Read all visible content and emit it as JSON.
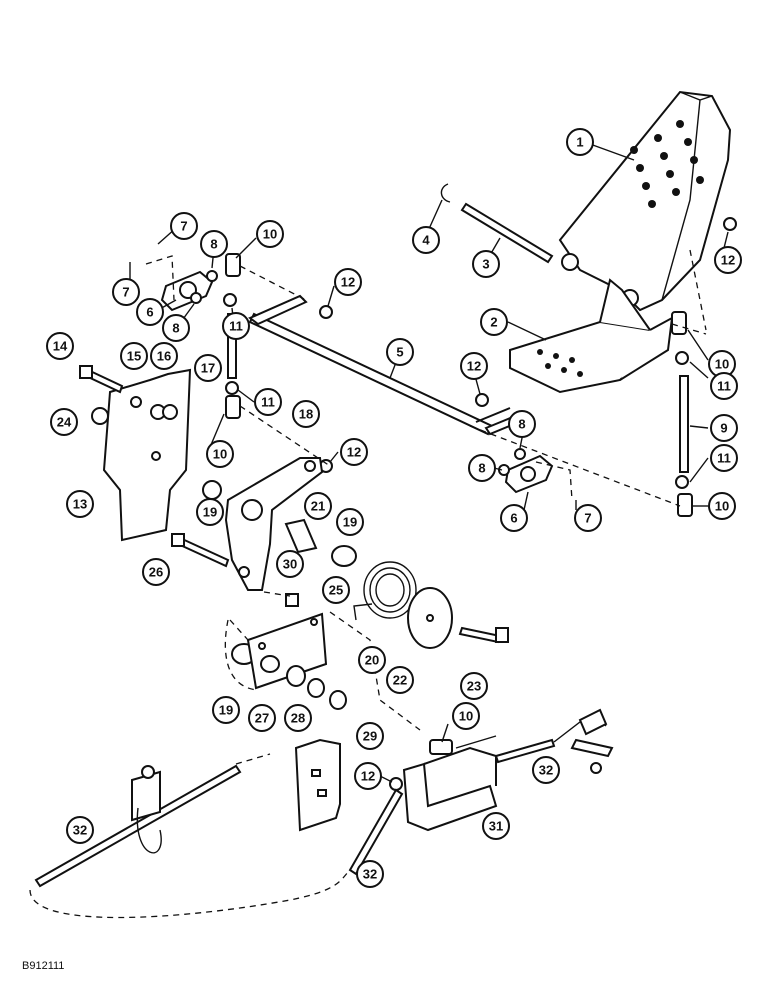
{
  "figure_ref": "B912111",
  "callouts": [
    {
      "label": "1"
    },
    {
      "label": "2"
    },
    {
      "label": "3"
    },
    {
      "label": "4"
    },
    {
      "label": "5"
    },
    {
      "label": "6"
    },
    {
      "label": "6"
    },
    {
      "label": "7"
    },
    {
      "label": "7"
    },
    {
      "label": "7"
    },
    {
      "label": "8"
    },
    {
      "label": "8"
    },
    {
      "label": "8"
    },
    {
      "label": "8"
    },
    {
      "label": "9"
    },
    {
      "label": "10"
    },
    {
      "label": "10"
    },
    {
      "label": "10"
    },
    {
      "label": "10"
    },
    {
      "label": "10"
    },
    {
      "label": "11"
    },
    {
      "label": "11"
    },
    {
      "label": "11"
    },
    {
      "label": "11"
    },
    {
      "label": "12"
    },
    {
      "label": "12"
    },
    {
      "label": "12"
    },
    {
      "label": "12"
    },
    {
      "label": "12"
    },
    {
      "label": "13"
    },
    {
      "label": "14"
    },
    {
      "label": "15"
    },
    {
      "label": "16"
    },
    {
      "label": "17"
    },
    {
      "label": "18"
    },
    {
      "label": "19"
    },
    {
      "label": "19"
    },
    {
      "label": "19"
    },
    {
      "label": "20"
    },
    {
      "label": "21"
    },
    {
      "label": "22"
    },
    {
      "label": "23"
    },
    {
      "label": "24"
    },
    {
      "label": "25"
    },
    {
      "label": "26"
    },
    {
      "label": "27"
    },
    {
      "label": "28"
    },
    {
      "label": "29"
    },
    {
      "label": "30"
    },
    {
      "label": "31"
    },
    {
      "label": "32"
    },
    {
      "label": "32"
    },
    {
      "label": "32"
    }
  ]
}
